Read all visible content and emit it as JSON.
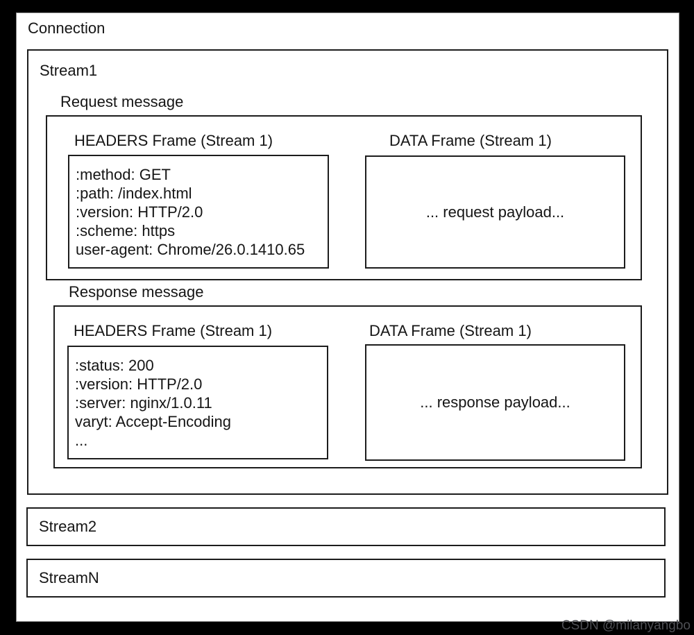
{
  "connection": {
    "label": "Connection"
  },
  "stream1": {
    "label": "Stream1",
    "request": {
      "label": "Request message",
      "headers_frame": {
        "title": "HEADERS Frame (Stream 1)",
        "lines": [
          ":method: GET",
          ":path: /index.html",
          ":version: HTTP/2.0",
          ":scheme: https",
          "user-agent: Chrome/26.0.1410.65"
        ]
      },
      "data_frame": {
        "title": "DATA Frame (Stream 1)",
        "payload": "... request payload..."
      }
    },
    "response": {
      "label": "Response message",
      "headers_frame": {
        "title": "HEADERS Frame (Stream 1)",
        "lines": [
          ":status: 200",
          ":version: HTTP/2.0",
          ":server: nginx/1.0.11",
          "varyt: Accept-Encoding",
          "..."
        ]
      },
      "data_frame": {
        "title": "DATA Frame (Stream 1)",
        "payload": "... response payload..."
      }
    }
  },
  "stream2": {
    "label": "Stream2"
  },
  "streamN": {
    "label": "StreamN"
  },
  "watermark": {
    "text": "CSDN @milanyangbo"
  },
  "colors": {
    "background": "#000000",
    "page": "#ffffff",
    "line": "#1c1c1c",
    "watermark_text": "#4e4f54"
  }
}
